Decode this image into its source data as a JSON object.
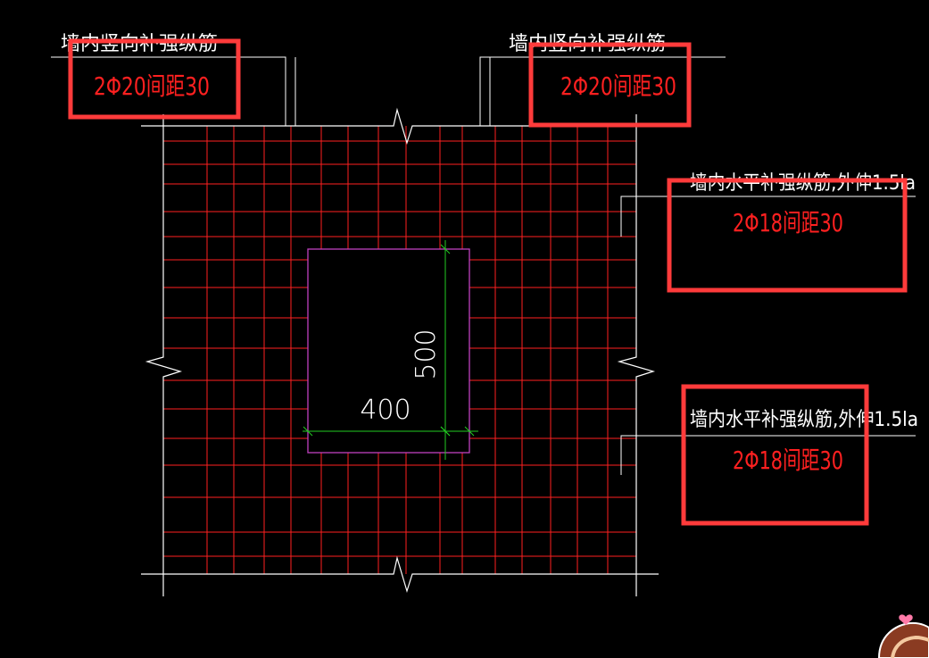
{
  "labels": {
    "vertical_left": "墙内竖向补强纵筋",
    "vertical_right": "墙内竖向补强纵筋",
    "horizontal_top": "墙内水平补强纵筋,外伸1.5la",
    "horizontal_bottom": "墙内水平补强纵筋,外伸1.5la"
  },
  "specs": {
    "vertical_left": "2Φ20间距30",
    "vertical_right": "2Φ20间距30",
    "horizontal_top": "2Φ18间距30",
    "horizontal_bottom": "2Φ18间距30"
  },
  "dimensions": {
    "width": "400",
    "height": "500"
  },
  "colors": {
    "background": "#000000",
    "wall_outline": "#ffffff",
    "rebar": "#ff2020",
    "opening": "#c040c0",
    "dimension": "#22cc22",
    "highlight_box": "#ff3b3b"
  }
}
